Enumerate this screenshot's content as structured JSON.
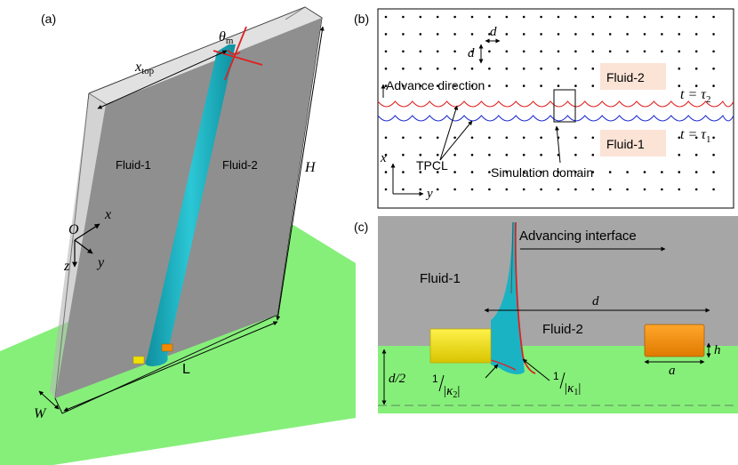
{
  "panel_a": {
    "label": "(a)",
    "fluid1": "Fluid-1",
    "fluid2": "Fluid-2",
    "theta": "θ",
    "theta_sub": "m",
    "x": "x",
    "x_sub": "top",
    "H": "H",
    "L": "L",
    "W": "W",
    "origin": "O",
    "ax_x": "x",
    "ax_y": "y",
    "ax_z": "z"
  },
  "panel_b": {
    "label": "(b)",
    "d_h": "d",
    "d_v": "d",
    "fluid2": "Fluid-2",
    "fluid1": "Fluid-1",
    "advance": "Advance direction",
    "t2_lhs": "t = τ",
    "t2_sub": "2",
    "t1_lhs": "t = τ",
    "t1_sub": "1",
    "tpcl": "TPCL",
    "sim": "Simulation domain",
    "ax_x": "x",
    "ax_y": "y"
  },
  "panel_c": {
    "label": "(c)",
    "advancing": "Advancing interface",
    "fluid1": "Fluid-1",
    "fluid2": "Fluid-2",
    "d": "d",
    "half_d": "d/2",
    "one_a": "1",
    "kappa2": "|κ",
    "kappa2_sub": "2",
    "one_b": "1",
    "kappa1": "|κ",
    "kappa1_sub": "1",
    "a": "a",
    "h": "h"
  },
  "colors": {
    "gray_plate": "#8f8f8f",
    "gray_fluid": "#a6a6a6",
    "green": "#86ef7a",
    "teal": "#1ab3c3",
    "red": "#e02020",
    "blue": "#2030d0",
    "yellow": "#f0e000",
    "orange": "#f08a00",
    "peach": "#fbe3d6"
  }
}
